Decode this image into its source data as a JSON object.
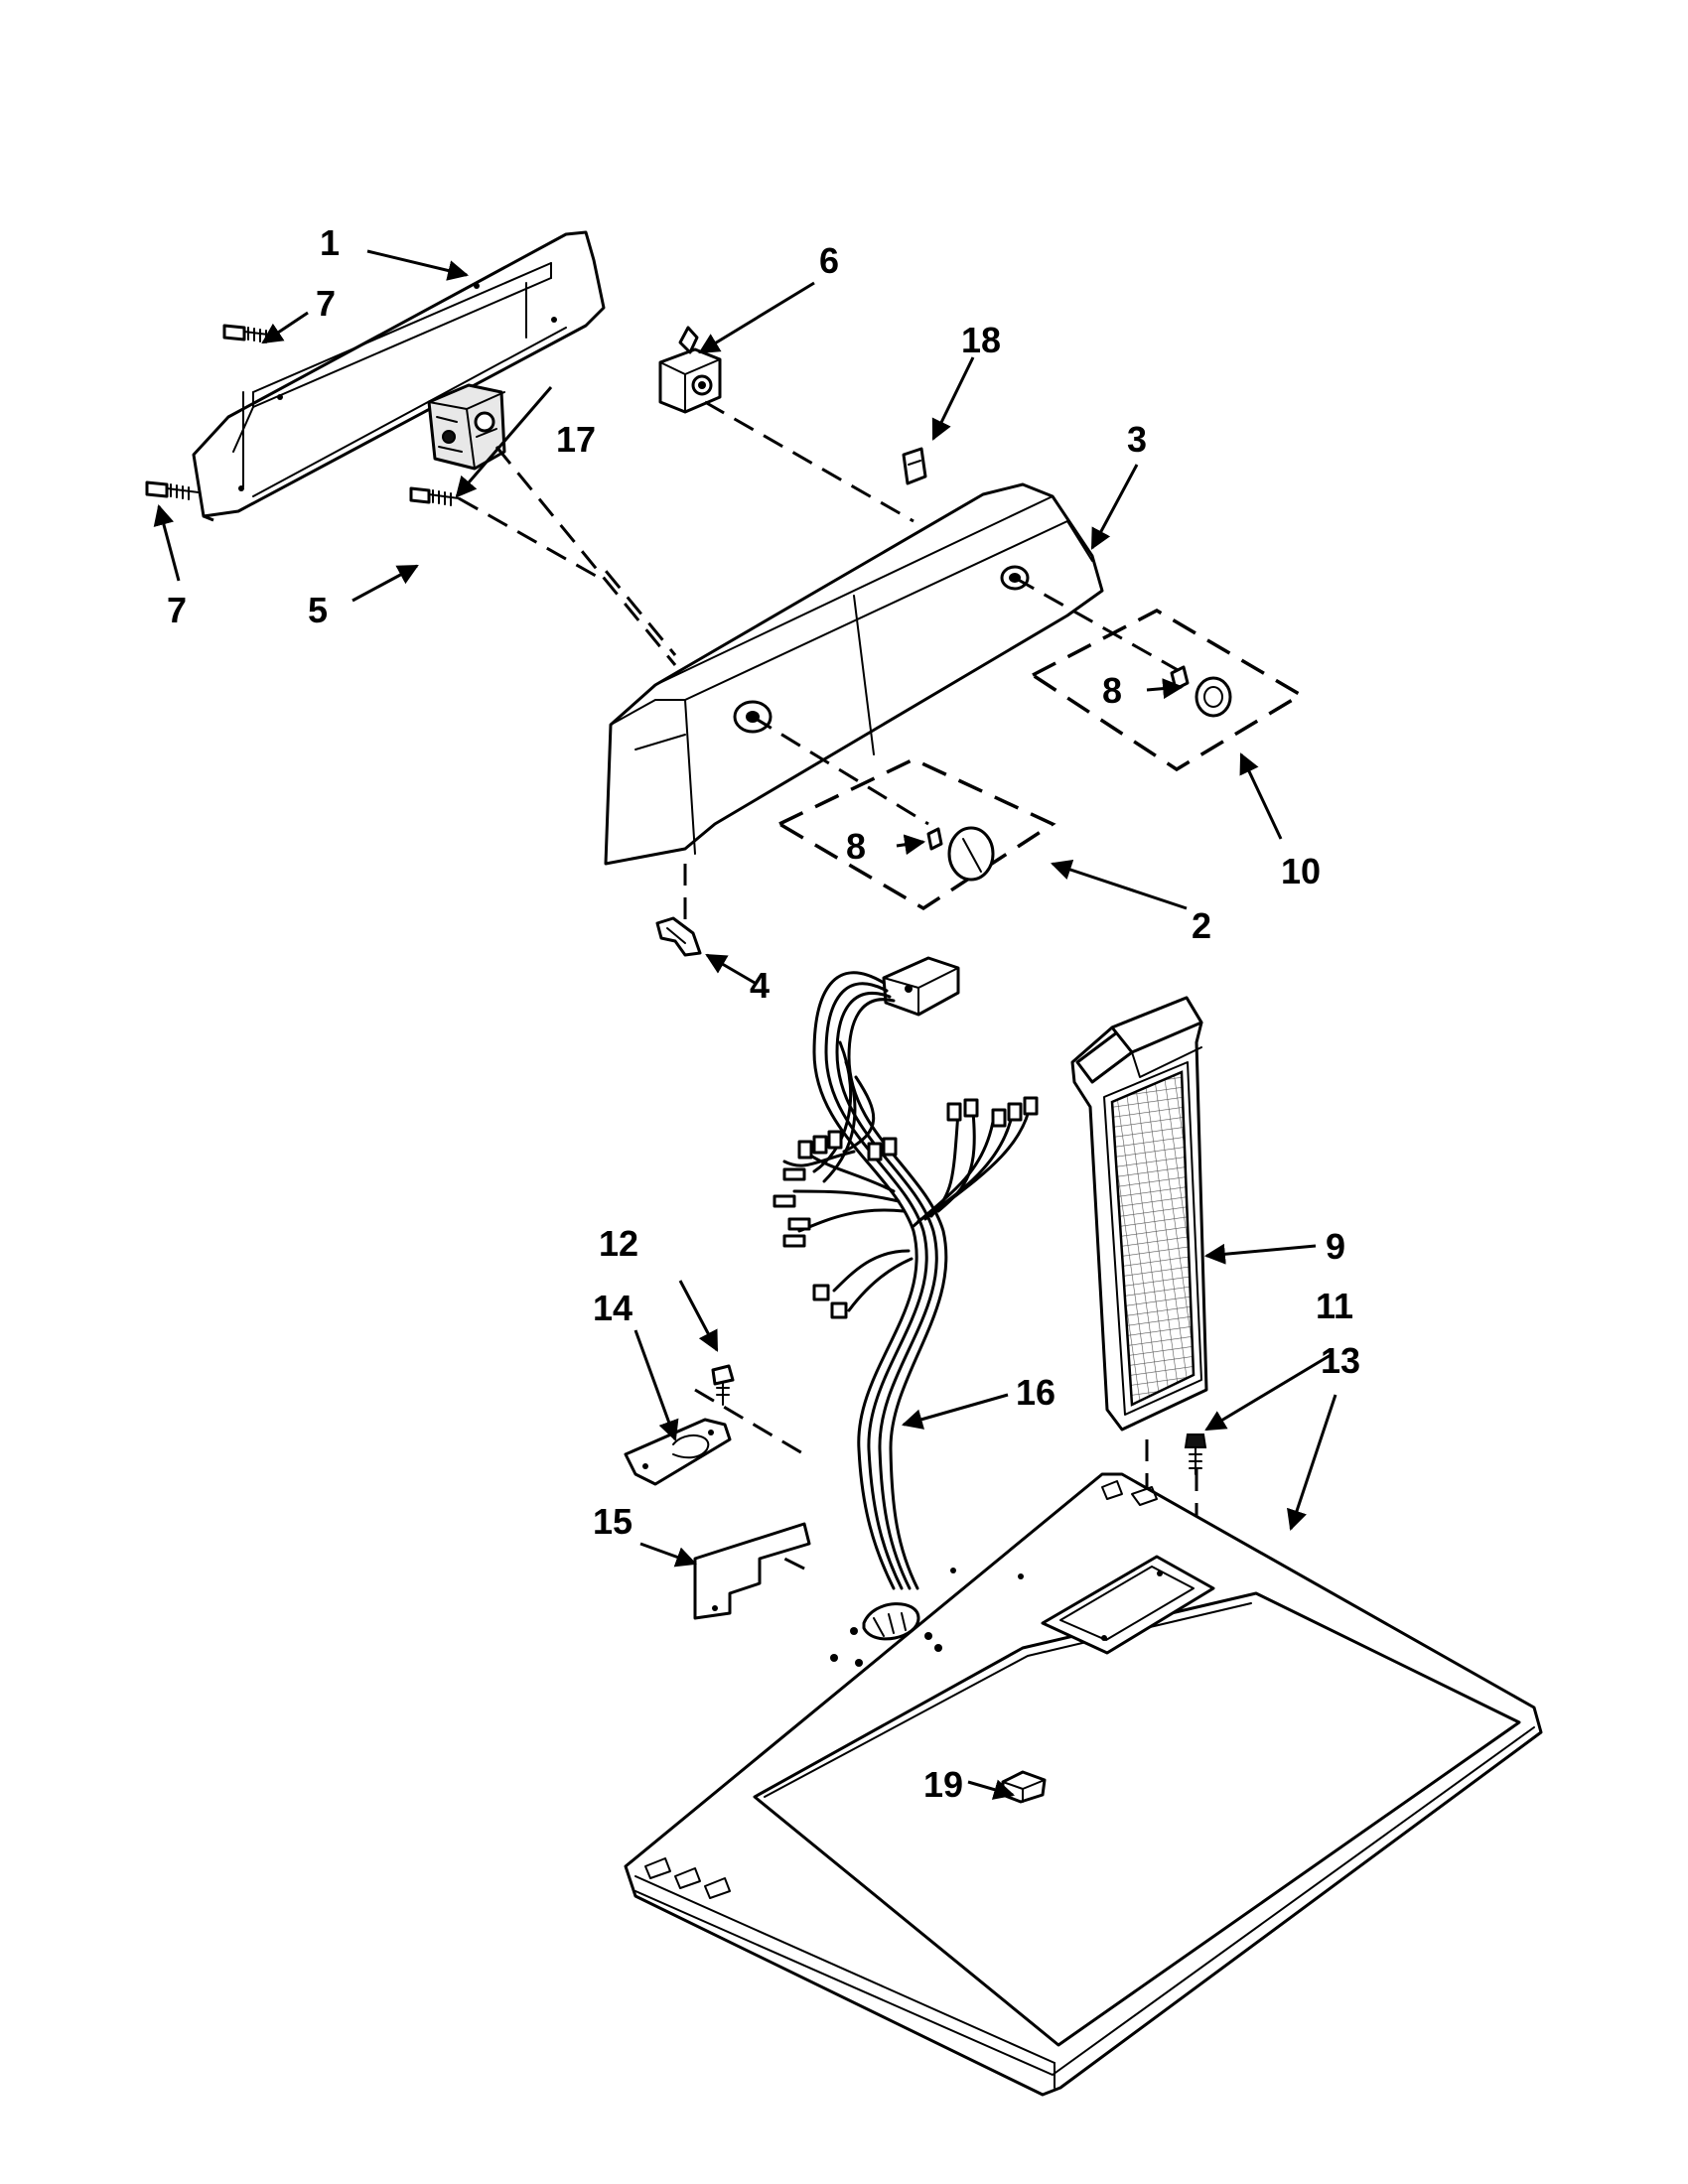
{
  "callouts": [
    {
      "id": "c1",
      "label": "1"
    },
    {
      "id": "c2",
      "label": "2"
    },
    {
      "id": "c3",
      "label": "3"
    },
    {
      "id": "c4",
      "label": "4"
    },
    {
      "id": "c5",
      "label": "5"
    },
    {
      "id": "c6",
      "label": "6"
    },
    {
      "id": "c7a",
      "label": "7"
    },
    {
      "id": "c7b",
      "label": "7"
    },
    {
      "id": "c8a",
      "label": "8"
    },
    {
      "id": "c8b",
      "label": "8"
    },
    {
      "id": "c9",
      "label": "9"
    },
    {
      "id": "c10",
      "label": "10"
    },
    {
      "id": "c11",
      "label": "11"
    },
    {
      "id": "c12",
      "label": "12"
    },
    {
      "id": "c13",
      "label": "13"
    },
    {
      "id": "c14",
      "label": "14"
    },
    {
      "id": "c15",
      "label": "15"
    },
    {
      "id": "c16",
      "label": "16"
    },
    {
      "id": "c17",
      "label": "17"
    },
    {
      "id": "c18",
      "label": "18"
    },
    {
      "id": "c19",
      "label": "19"
    }
  ]
}
